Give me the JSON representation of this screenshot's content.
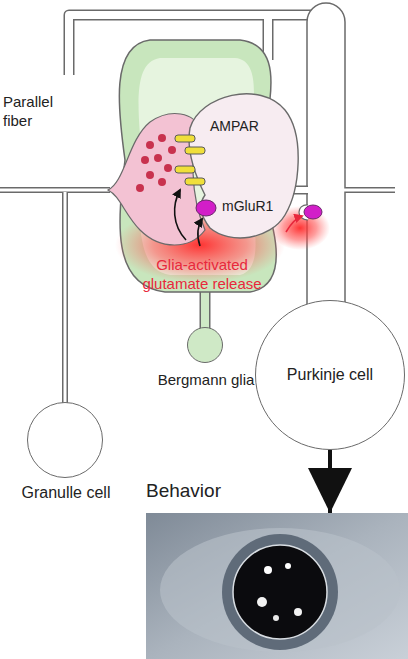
{
  "diagram": {
    "nodes": [
      {
        "text": [
          "Bergmann glia"
        ]
      },
      {
        "text": [
          "Purkinje cell"
        ]
      },
      {
        "text": [
          "Granulle cell"
        ]
      },
      {
        "text": [
          "Behavior"
        ]
      }
    ],
    "edges": [
      {
        "from": 1,
        "to": 3,
        "arrow": "to"
      }
    ],
    "labels": [
      "Parallel fiber",
      "AMPAR",
      "mGluR1",
      "Glia-activated glutamate release"
    ]
  }
}
